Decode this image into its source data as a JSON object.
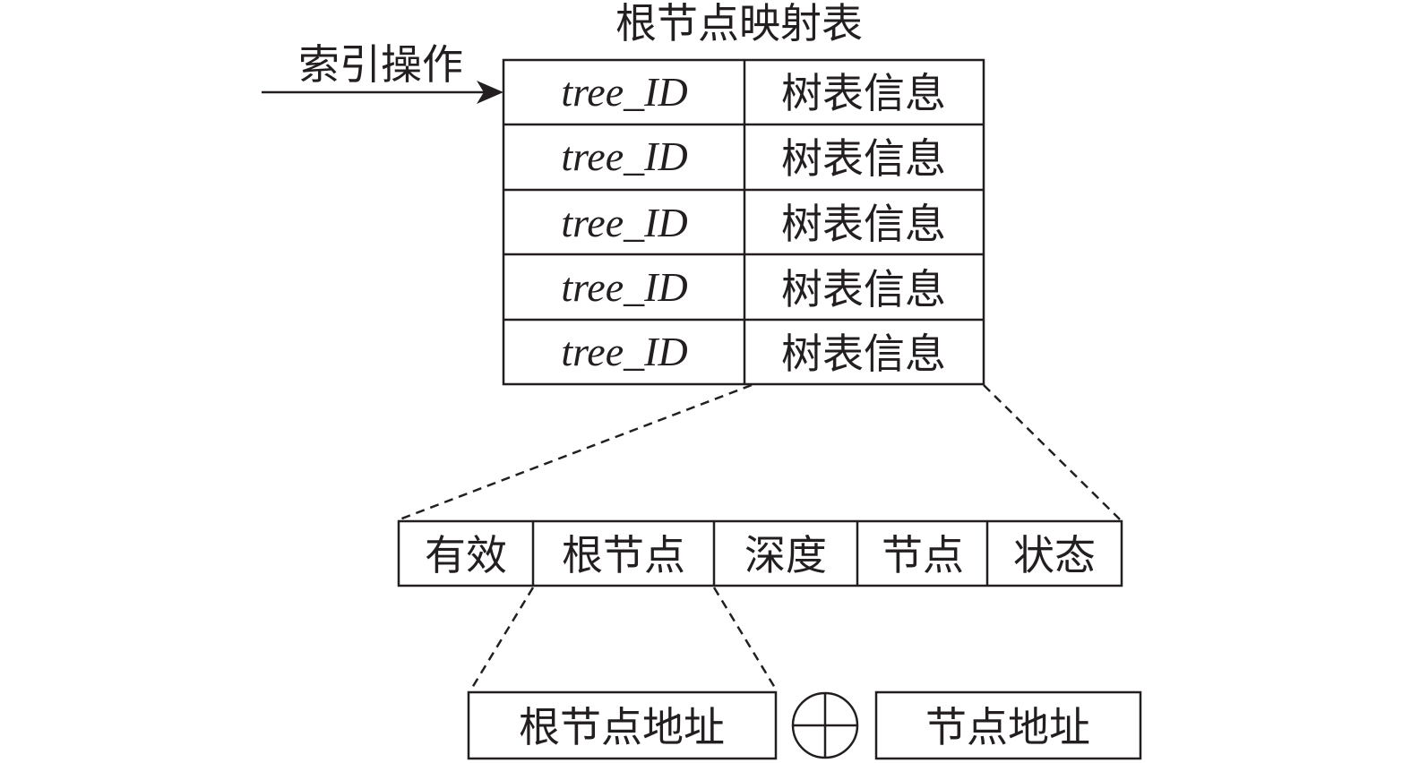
{
  "title": "根节点映射表",
  "index_label": "索引操作",
  "table": {
    "rows": [
      {
        "id": "tree_ID",
        "info": "树表信息"
      },
      {
        "id": "tree_ID",
        "info": "树表信息"
      },
      {
        "id": "tree_ID",
        "info": "树表信息"
      },
      {
        "id": "tree_ID",
        "info": "树表信息"
      },
      {
        "id": "tree_ID",
        "info": "树表信息"
      }
    ]
  },
  "fields": [
    "有效",
    "根节点",
    "深度",
    "节点",
    "状态"
  ],
  "address": {
    "left": "根节点地址",
    "right": "节点地址",
    "operator_icon": "xor-circle-icon"
  },
  "colors": {
    "stroke": "#231f20",
    "text": "#231f20"
  }
}
